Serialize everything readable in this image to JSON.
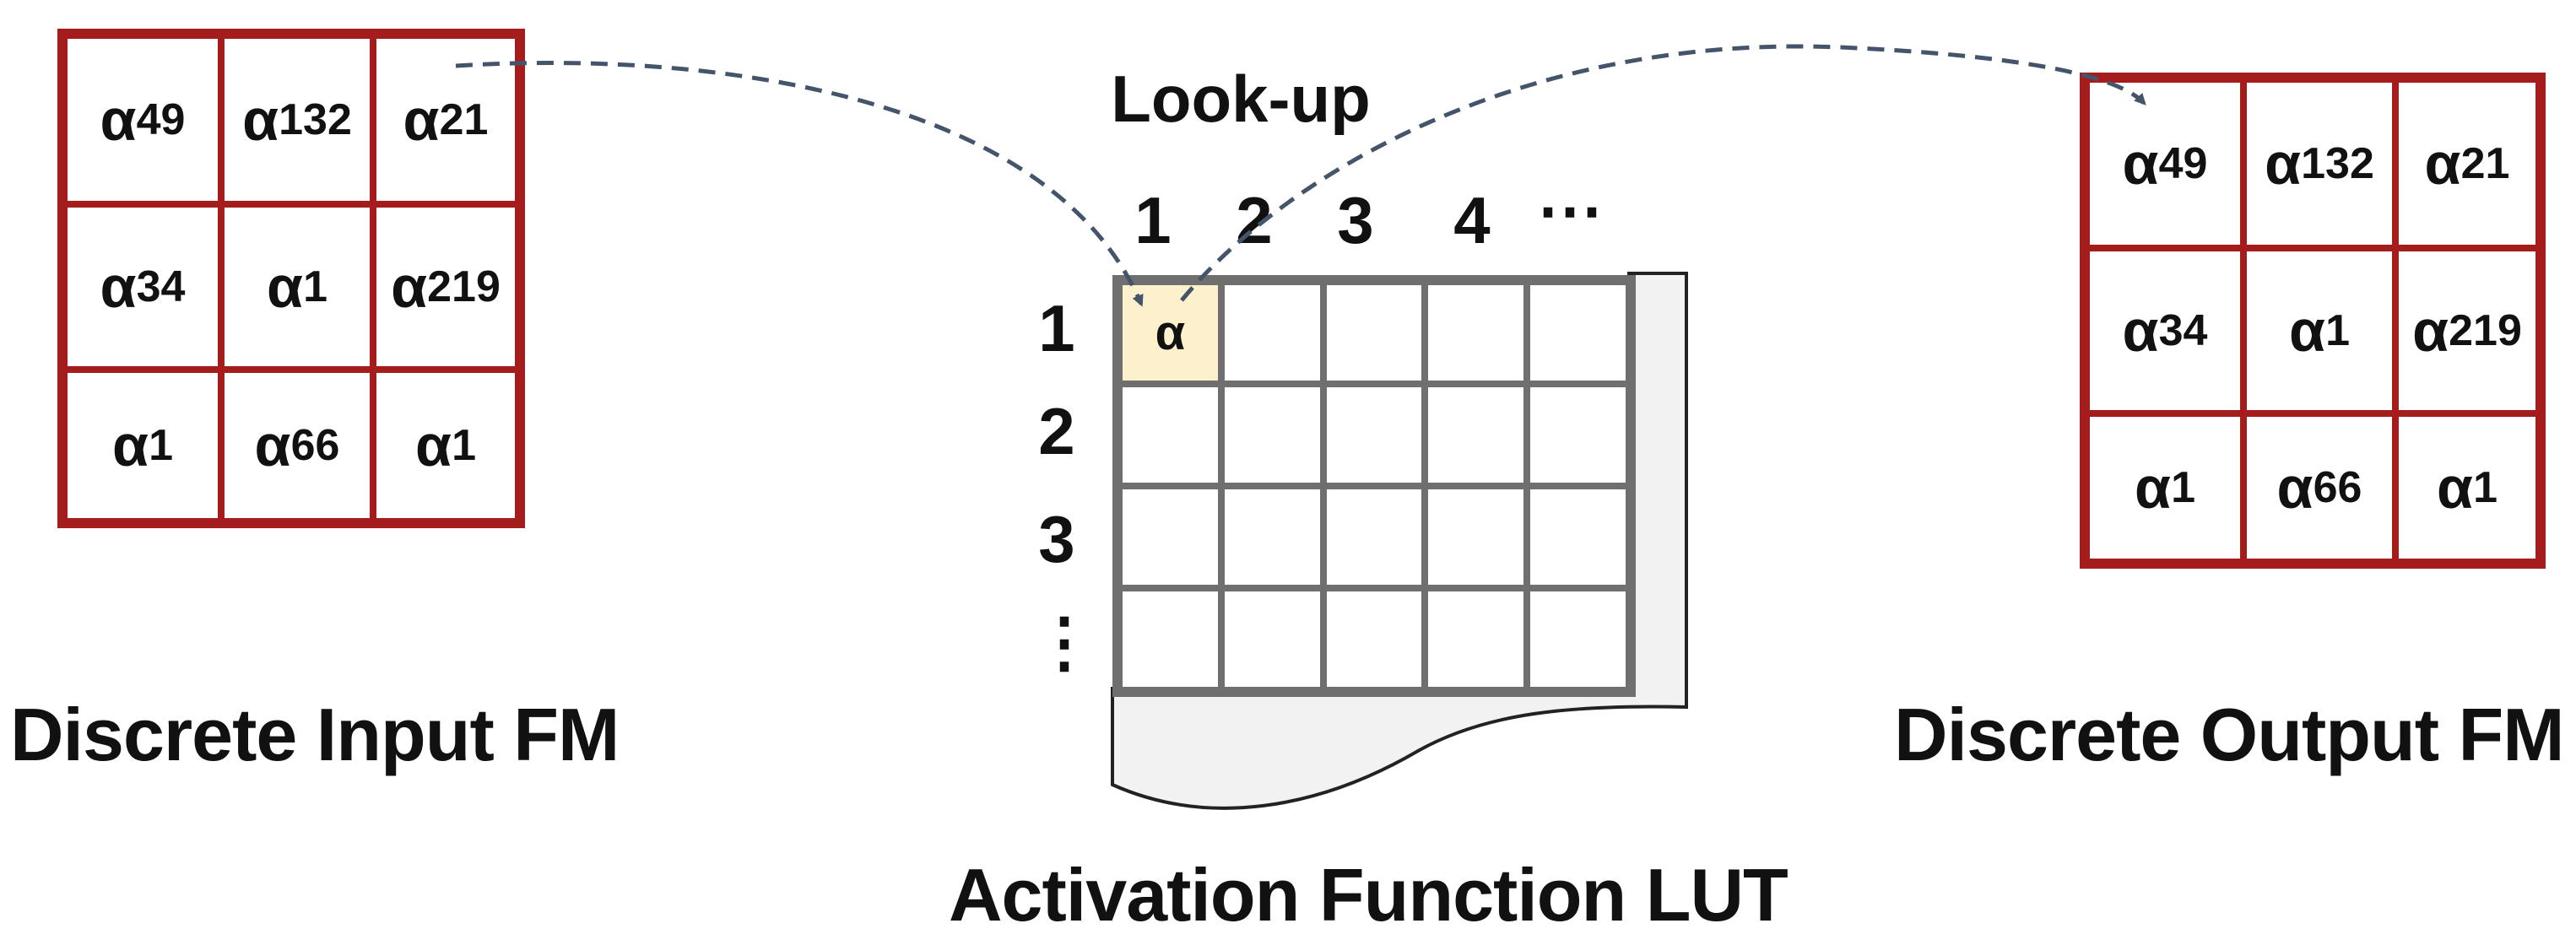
{
  "input_fm": {
    "caption": "Discrete Input FM",
    "cells": [
      {
        "base": "α",
        "sub": "49"
      },
      {
        "base": "α",
        "sub": "132"
      },
      {
        "base": "α",
        "sub": "21"
      },
      {
        "base": "α",
        "sub": "34"
      },
      {
        "base": "α",
        "sub": "1"
      },
      {
        "base": "α",
        "sub": "219"
      },
      {
        "base": "α",
        "sub": "1"
      },
      {
        "base": "α",
        "sub": "66"
      },
      {
        "base": "α",
        "sub": "1"
      }
    ]
  },
  "output_fm": {
    "caption": "Discrete Output  FM",
    "cells": [
      {
        "base": "α",
        "sub": "49"
      },
      {
        "base": "α",
        "sub": "132"
      },
      {
        "base": "α",
        "sub": "21"
      },
      {
        "base": "α",
        "sub": "34"
      },
      {
        "base": "α",
        "sub": "1"
      },
      {
        "base": "α",
        "sub": "219"
      },
      {
        "base": "α",
        "sub": "1"
      },
      {
        "base": "α",
        "sub": "66"
      },
      {
        "base": "α",
        "sub": "1"
      }
    ]
  },
  "lut": {
    "title": "Look-up",
    "caption": "Activation Function LUT",
    "column_labels": [
      "1",
      "2",
      "3",
      "4",
      "⋯"
    ],
    "row_labels": [
      "1",
      "2",
      "3",
      "⋮"
    ],
    "highlight_value": "α"
  },
  "colors": {
    "fm_border": "#a51c1c",
    "lut_border": "#6f6f6f",
    "highlight": "#fdf0cc",
    "arrow": "#44546a"
  }
}
